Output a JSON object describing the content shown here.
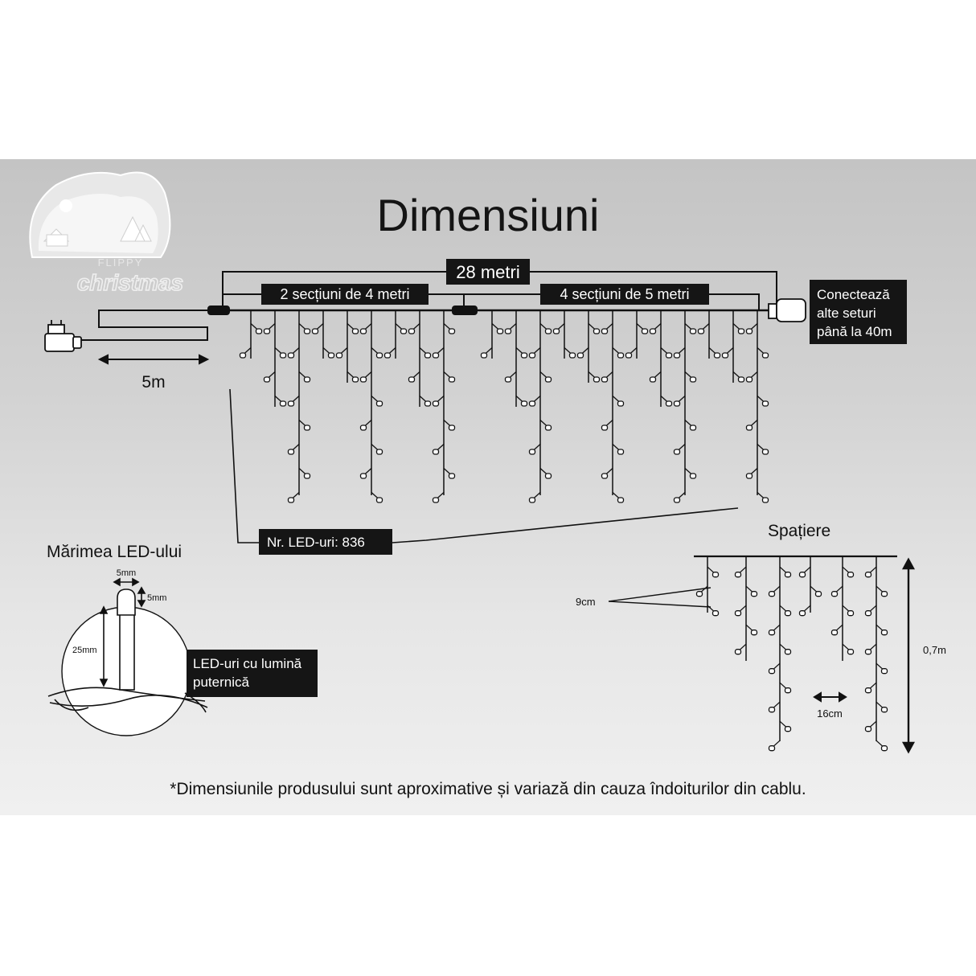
{
  "logo": {
    "line1": "FLIPPY",
    "line2": "christmas"
  },
  "title": "Dimensiuni",
  "total_length": "28 metri",
  "section_a": "2 secțiuni de 4 metri",
  "section_b": "4 secțiuni de 5 metri",
  "lead_cable": "5m",
  "connect_note": [
    "Conectează",
    "alte seturi",
    "până la 40m"
  ],
  "led_count": "Nr. LED-uri: 836",
  "led_size": {
    "title": "Mărimea LED-ului",
    "width": "5mm",
    "head": "5mm",
    "height": "25mm",
    "note": [
      "LED-uri cu lumină",
      "puternică"
    ]
  },
  "spacing": {
    "title": "Spațiere",
    "vertical": "9cm",
    "horizontal": "16cm",
    "drop": "0,7m"
  },
  "footnote": "*Dimensiunile produsului sunt aproximative și variază din cauza îndoiturilor din cablu.",
  "colors": {
    "ink": "#111111",
    "label_bg": "#151515",
    "label_text": "#ffffff",
    "led": "#ffffff"
  }
}
